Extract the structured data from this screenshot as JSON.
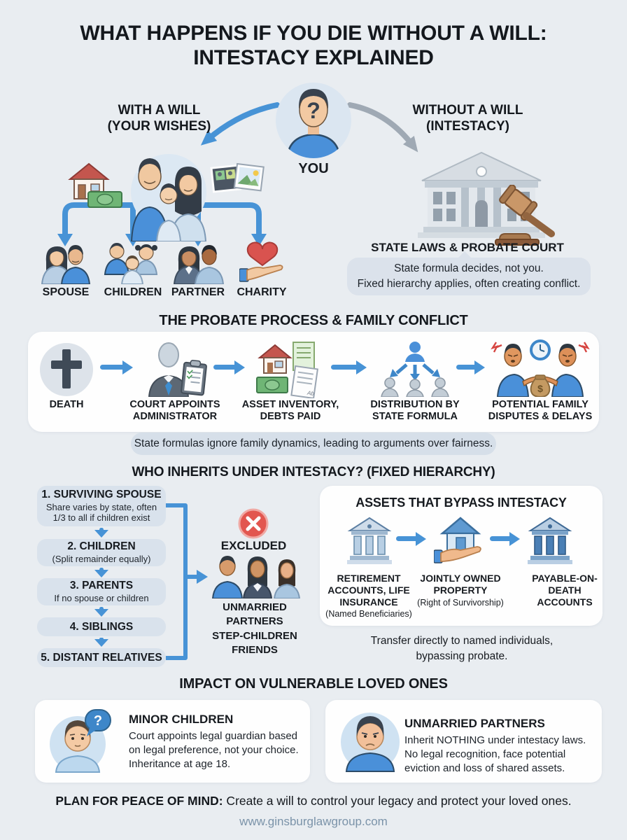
{
  "title": {
    "line1": "WHAT HAPPENS IF YOU DIE WITHOUT A WILL:",
    "line2": "INTESTACY EXPLAINED"
  },
  "top": {
    "you": "YOU",
    "with1": "WITH A WILL",
    "with2": "(YOUR WISHES)",
    "without1": "WITHOUT A WILL",
    "without2": "(INTESTACY)",
    "beneficiaries": [
      "SPOUSE",
      "CHILDREN",
      "PARTNER",
      "CHARITY"
    ],
    "court": "STATE LAWS & PROBATE COURT",
    "note1": "State formula decides, not you.",
    "note2": "Fixed hierarchy applies, often creating conflict."
  },
  "probate": {
    "heading": "THE PROBATE PROCESS & FAMILY CONFLICT",
    "steps": [
      {
        "label": "DEATH"
      },
      {
        "label": "COURT APPOINTS ADMINISTRATOR"
      },
      {
        "label": "ASSET INVENTORY, DEBTS PAID"
      },
      {
        "label": "DISTRIBUTION BY STATE FORMULA"
      },
      {
        "label": "POTENTIAL FAMILY DISPUTES & DELAYS"
      }
    ],
    "note": "State formulas ignore family dynamics, leading to arguments over fairness."
  },
  "hierarchy": {
    "heading": "WHO INHERITS UNDER INTESTACY? (FIXED HIERARCHY)",
    "levels": [
      {
        "title": "1. SURVIVING SPOUSE",
        "subtitle": "Share varies by state, often 1/3 to all if children exist"
      },
      {
        "title": "2. CHILDREN",
        "subtitle": "(Split remainder equally)"
      },
      {
        "title": "3. PARENTS",
        "subtitle": "If no spouse or children"
      },
      {
        "title": "4. SIBLINGS",
        "subtitle": ""
      },
      {
        "title": "5. DISTANT RELATIVES",
        "subtitle": ""
      }
    ],
    "excluded_label": "EXCLUDED",
    "excluded_groups": [
      "UNMARRIED PARTNERS",
      "STEP-CHILDREN",
      "FRIENDS"
    ]
  },
  "bypass": {
    "heading": "ASSETS THAT BYPASS INTESTACY",
    "items": [
      {
        "title": "RETIREMENT ACCOUNTS, LIFE INSURANCE",
        "subtitle": "(Named Beneficiaries)"
      },
      {
        "title": "JOINTLY OWNED PROPERTY",
        "subtitle": "(Right of Survivorship)"
      },
      {
        "title": "PAYABLE-ON-DEATH ACCOUNTS",
        "subtitle": ""
      }
    ],
    "note1": "Transfer directly to named individuals,",
    "note2": "bypassing probate."
  },
  "impact": {
    "heading": "IMPACT ON VULNERABLE LOVED ONES",
    "cards": [
      {
        "title": "MINOR CHILDREN",
        "body": "Court appoints legal guardian based on legal preference, not your choice. Inheritance at age 18."
      },
      {
        "title": "UNMARRIED PARTNERS",
        "body": "Inherit NOTHING under intestacy laws. No legal recognition, face potential eviction and loss of shared assets."
      }
    ]
  },
  "footer": {
    "cta_label": "PLAN FOR PEACE OF MIND:",
    "cta_text": " Create a will to control your legacy and protect your loved ones.",
    "website": "www.ginsburglawgroup.com"
  },
  "palette": {
    "background": "#e9edf1",
    "accent_blue": "#4793d6",
    "box_blue": "#d9e2ec",
    "bubble_grey": "#dbe2eb",
    "card_white": "#fefefe",
    "alert_red": "#e2564f",
    "heart_red": "#d9534f",
    "website_grey_blue": "#7b93a9"
  }
}
